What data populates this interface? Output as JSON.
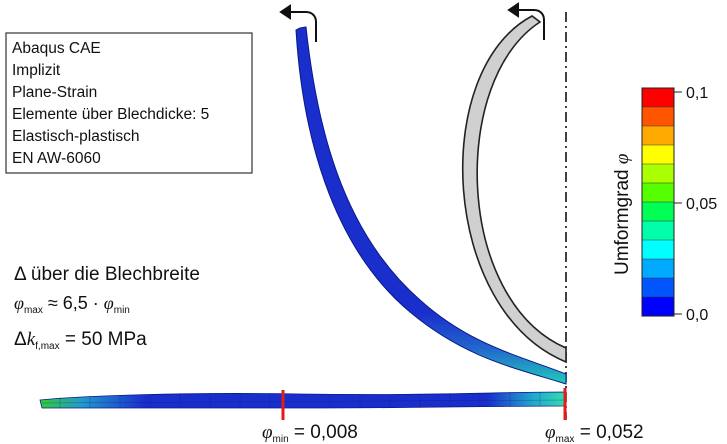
{
  "info_box": {
    "lines": [
      "Abaqus CAE",
      "Implizit",
      "Plane-Strain",
      "Elemente über Blechdicke: 5",
      "Elastisch-plastisch",
      "EN AW-6060"
    ]
  },
  "annotations": {
    "delta_title": "Δ über die Blechbreite",
    "phi_symbol": "φ",
    "sub_max": "max",
    "sub_min": "min",
    "ratio_text": " ≈ 6,5 · ",
    "delta_prefix": "Δ",
    "k_symbol": "k",
    "kf_sub": "f,max",
    "kf_value": " = 50 MPa"
  },
  "strip_labels": {
    "min_value": " = 0,008",
    "max_value": " = 0,052"
  },
  "colorbar": {
    "title_text": "Umformgrad ",
    "title_symbol": "φ",
    "tick_labels": [
      "0,1",
      "0,05",
      "0,0"
    ],
    "colors_top_to_bottom": [
      "#ff0000",
      "#ff5500",
      "#ffaa00",
      "#ffff00",
      "#aaff00",
      "#55ff00",
      "#00ff55",
      "#00ffaa",
      "#00ffff",
      "#00aaff",
      "#0055ff",
      "#0000ff"
    ]
  },
  "colors": {
    "mesh_blue": "#1a2ecc",
    "mesh_dark": "#0a1a8a",
    "marker_red": "#e41b1b",
    "axis_black": "#111111"
  }
}
